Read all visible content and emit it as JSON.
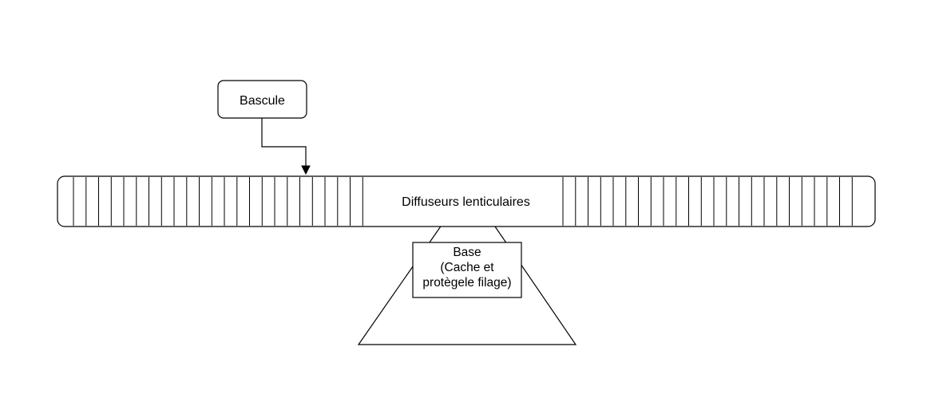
{
  "diagram": {
    "bascule": {
      "label": "Bascule"
    },
    "diffuseurs": {
      "label": "Diffuseurs lenticulaires"
    },
    "base": {
      "line1": "Base",
      "line2": "(Cache  et",
      "line3": "protègele filage)"
    },
    "colors": {
      "stroke": "#000000",
      "fill": "#ffffff"
    }
  }
}
